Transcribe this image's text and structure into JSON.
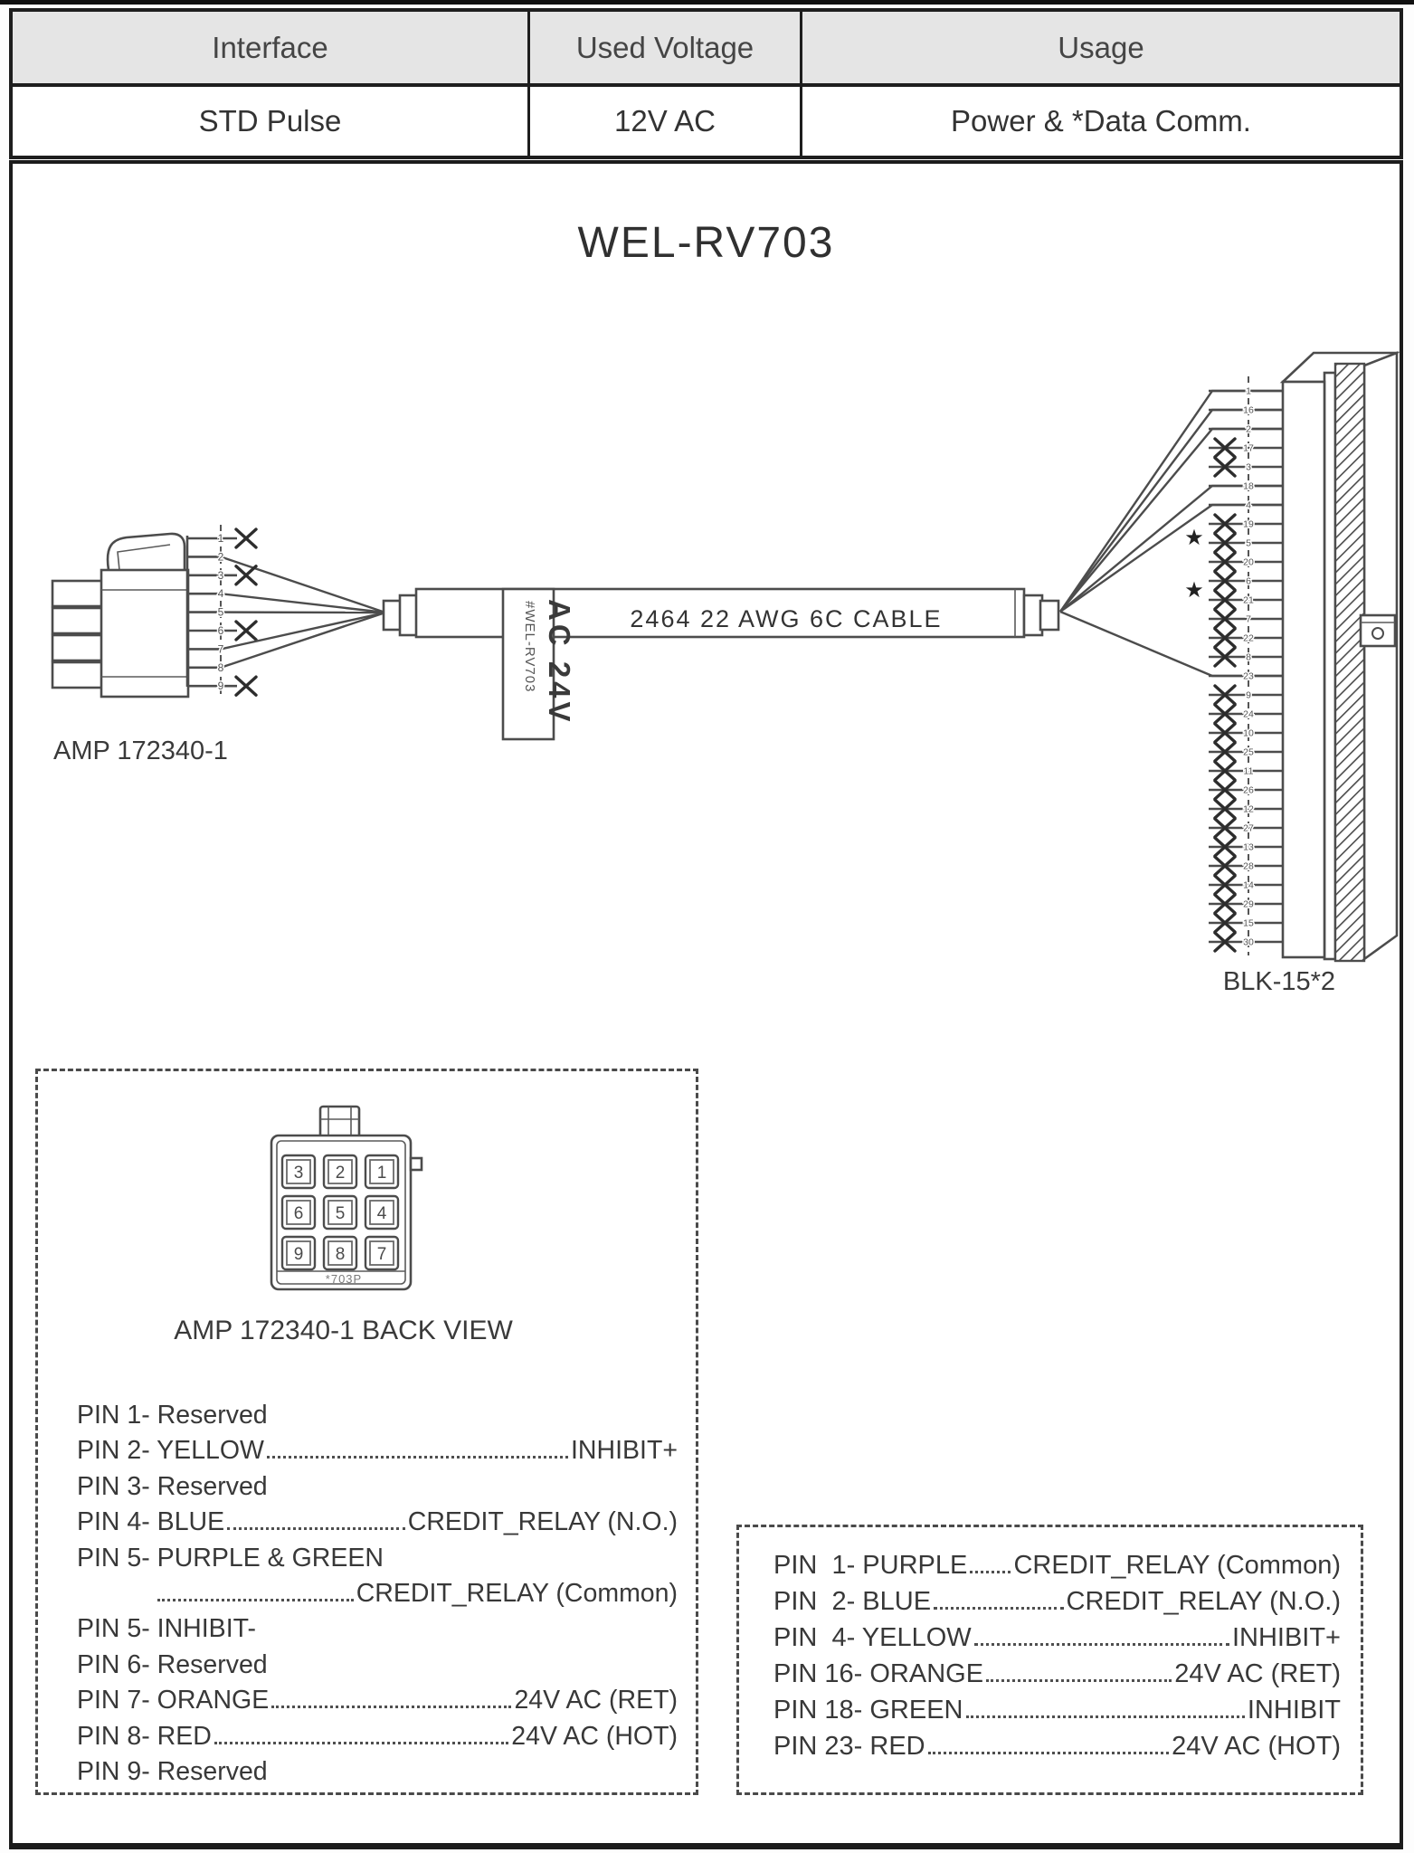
{
  "spec_table": {
    "headers": [
      "Interface",
      "Used Voltage",
      "Usage"
    ],
    "row": [
      "STD Pulse",
      "12V AC",
      "Power & *Data Comm."
    ]
  },
  "title": "WEL-RV703",
  "diagram": {
    "left_connector": {
      "label": "AMP 172340-1",
      "pins": [
        {
          "n": 1,
          "reserved": true
        },
        {
          "n": 2,
          "reserved": false
        },
        {
          "n": 3,
          "reserved": true
        },
        {
          "n": 4,
          "reserved": false
        },
        {
          "n": 5,
          "reserved": false
        },
        {
          "n": 6,
          "reserved": true
        },
        {
          "n": 7,
          "reserved": false
        },
        {
          "n": 8,
          "reserved": false
        },
        {
          "n": 9,
          "reserved": true
        }
      ]
    },
    "cable": {
      "label": "2464  22 AWG  6C  CABLE",
      "tag_line1": "AC 24V",
      "tag_line2": "#WEL-RV703"
    },
    "right_connector": {
      "label": "BLK-15*2",
      "pin_order": [
        1,
        16,
        2,
        17,
        3,
        18,
        4,
        19,
        5,
        20,
        6,
        21,
        7,
        22,
        8,
        23,
        9,
        24,
        10,
        25,
        11,
        26,
        12,
        27,
        13,
        28,
        14,
        29,
        15,
        30
      ],
      "connected_pins": [
        1,
        16,
        2,
        18,
        4,
        23
      ],
      "star_glyph": "★",
      "star_count": 2
    }
  },
  "back_view": {
    "title": "AMP 172340-1 BACK VIEW",
    "grid": [
      [
        "3",
        "2",
        "1"
      ],
      [
        "6",
        "5",
        "4"
      ],
      [
        "9",
        "8",
        "7"
      ]
    ],
    "mold_text": "*703P"
  },
  "left_pin_list": [
    {
      "label": "PIN 1- Reserved"
    },
    {
      "label": "PIN 2- YELLOW",
      "signal": "INHIBIT+"
    },
    {
      "label": "PIN 3- Reserved"
    },
    {
      "label": "PIN 4- BLUE",
      "signal": "CREDIT_RELAY (N.O.)"
    },
    {
      "label": "PIN 5- PURPLE & GREEN"
    },
    {
      "label": "",
      "signal": "CREDIT_RELAY (Common)",
      "indent": true
    },
    {
      "label": "PIN 5- INHIBIT-"
    },
    {
      "label": "PIN 6- Reserved"
    },
    {
      "label": "PIN 7- ORANGE",
      "signal": "24V AC (RET)"
    },
    {
      "label": "PIN 8- RED",
      "signal": "24V AC (HOT)"
    },
    {
      "label": "PIN 9- Reserved"
    }
  ],
  "right_pin_list": [
    {
      "label": "PIN  1- PURPLE",
      "signal": "CREDIT_RELAY (Common)"
    },
    {
      "label": "PIN  2- BLUE",
      "signal": "CREDIT_RELAY (N.O.)"
    },
    {
      "label": "PIN  4- YELLOW",
      "signal": "INHIBIT+"
    },
    {
      "label": "PIN 16- ORANGE",
      "signal": "24V AC (RET)"
    },
    {
      "label": "PIN 18- GREEN",
      "signal": "INHIBIT"
    },
    {
      "label": "PIN 23- RED",
      "signal": "24V AC (HOT)"
    }
  ]
}
